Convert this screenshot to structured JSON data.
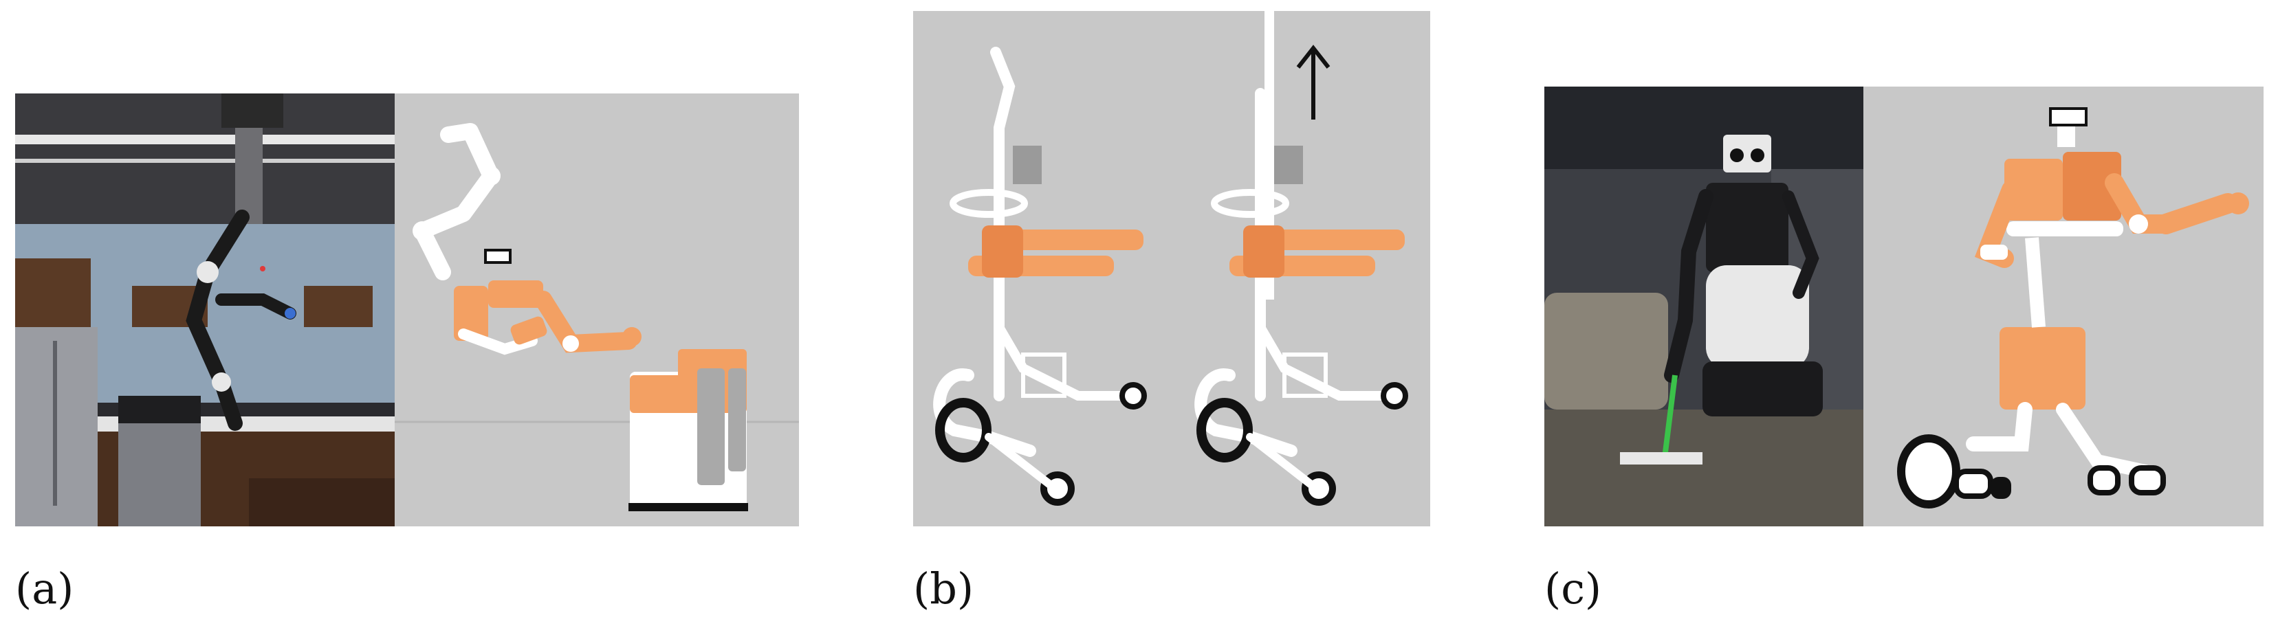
{
  "captions": {
    "a": "(a)",
    "b": "(b)",
    "c": "(c)"
  },
  "icons": {
    "arrow": "up-arrow-icon"
  },
  "colors": {
    "panel_gray": "#c8c8c8",
    "robot_orange": "#f3a063",
    "robot_white": "#ffffff",
    "wheel_black": "#111111"
  }
}
